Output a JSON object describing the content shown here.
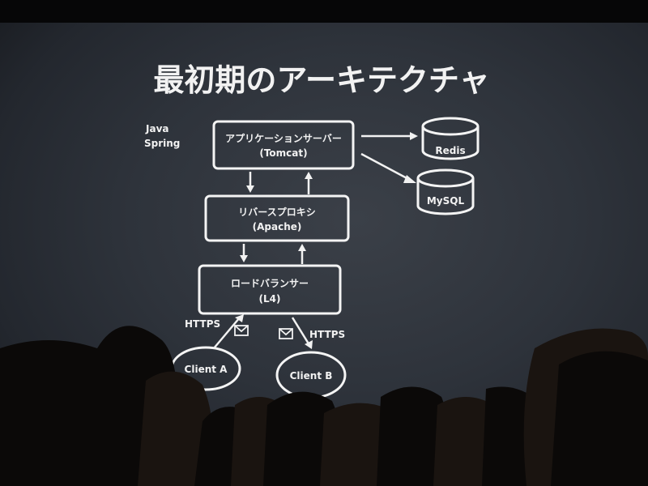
{
  "slide": {
    "title": "最初期のアーキテクチャ",
    "stack": [
      "Java",
      "Spring"
    ],
    "boxes": {
      "app_server": {
        "name": "アプリケーションサーバー",
        "sub": "(Tomcat)"
      },
      "reverse_proxy": {
        "name": "リバースプロキシ",
        "sub": "(Apache)"
      },
      "load_balancer": {
        "name": "ロードバランサー",
        "sub": "(L4)"
      }
    },
    "databases": {
      "redis": "Redis",
      "mysql": "MySQL"
    },
    "protocol_labels": {
      "left": "HTTPS",
      "right": "HTTPS"
    },
    "clients": {
      "a": "Client A",
      "b": "Client B"
    }
  },
  "colors": {
    "slide_bg": "#2e333b",
    "ink": "#f2f2f2",
    "audience": "#0b0908"
  },
  "icons": [
    "envelope-icon",
    "envelope-icon"
  ]
}
